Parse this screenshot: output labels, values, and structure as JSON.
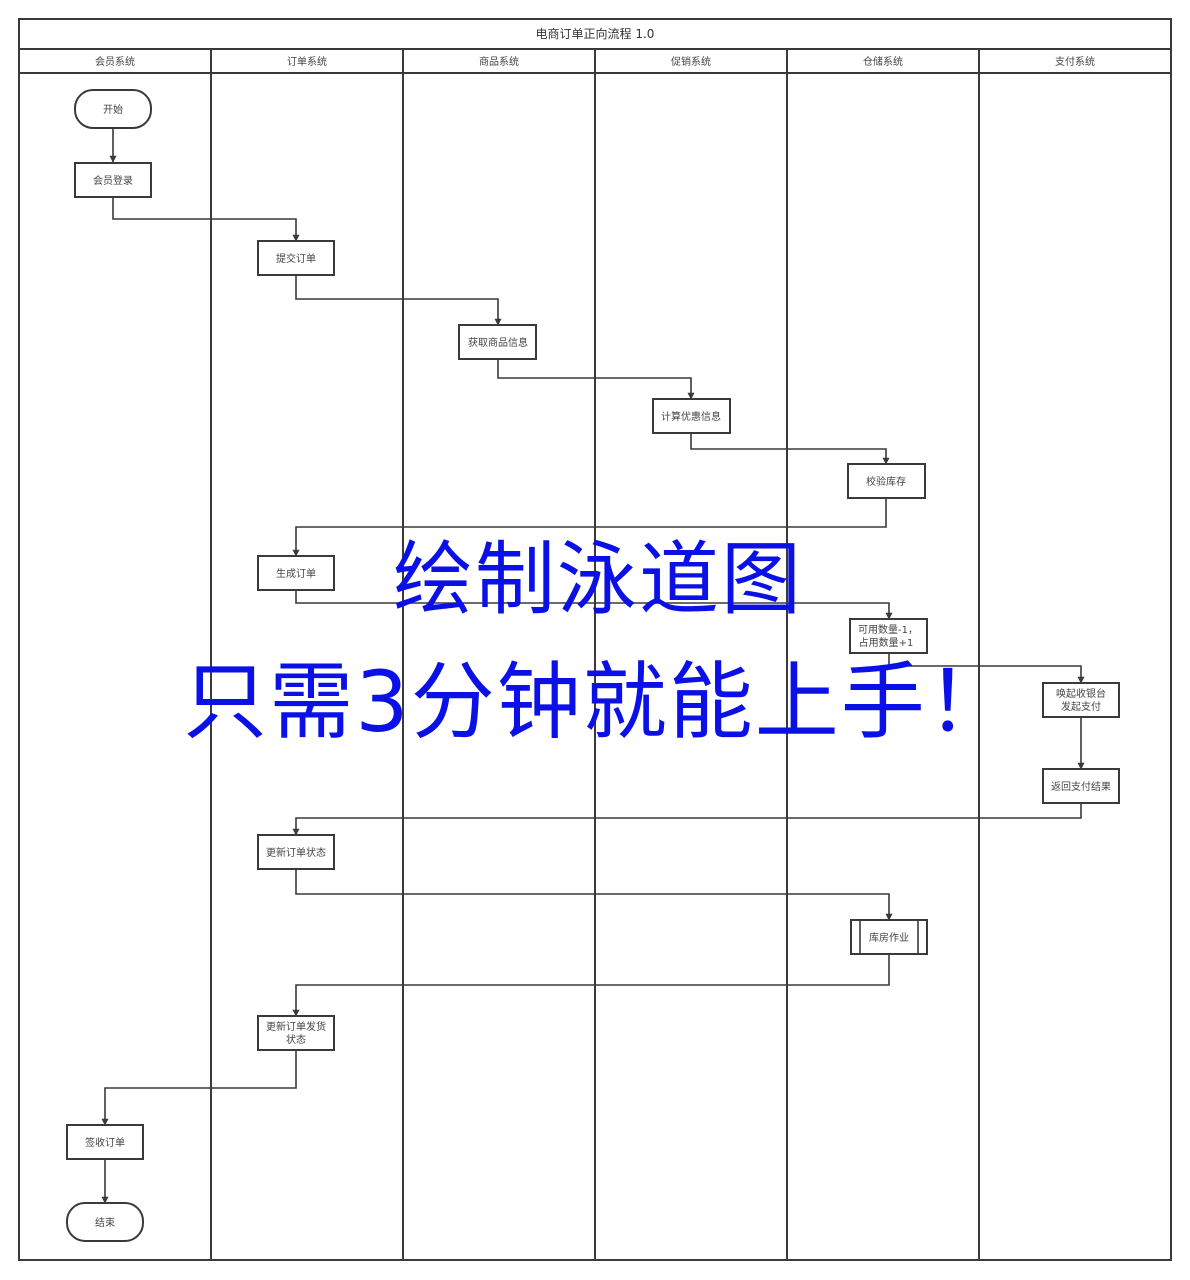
{
  "diagram": {
    "title": "电商订单正向流程  1.0",
    "lanes": [
      {
        "label": "会员系统"
      },
      {
        "label": "订单系统"
      },
      {
        "label": "商品系统"
      },
      {
        "label": "促销系统"
      },
      {
        "label": "仓储系统"
      },
      {
        "label": "支付系统"
      }
    ],
    "nodes": {
      "start": {
        "label": "开始",
        "shape": "terminal"
      },
      "member_login": {
        "label": "会员登录",
        "shape": "process"
      },
      "submit_order": {
        "label": "提交订单",
        "shape": "process"
      },
      "get_product_info": {
        "label": "获取商品信息",
        "shape": "process"
      },
      "calc_discount": {
        "label": "计算优惠信息",
        "shape": "process"
      },
      "check_stock": {
        "label": "校验库存",
        "shape": "process"
      },
      "create_order": {
        "label": "生成订单",
        "shape": "process"
      },
      "stock_adjust": {
        "line1": "可用数量-1，",
        "line2": "占用数量+1",
        "shape": "process"
      },
      "invoke_cashier": {
        "line1": "唤起收银台",
        "line2": "发起支付",
        "shape": "process"
      },
      "return_pay_result": {
        "label": "返回支付结果",
        "shape": "process"
      },
      "update_order_status": {
        "label": "更新订单状态",
        "shape": "process"
      },
      "warehouse_ops": {
        "label": "库房作业",
        "shape": "subprocess"
      },
      "update_ship_status": {
        "line1": "更新订单发货",
        "line2": "状态",
        "shape": "process"
      },
      "sign_order": {
        "label": "签收订单",
        "shape": "process"
      },
      "end": {
        "label": "结束",
        "shape": "terminal"
      }
    },
    "edges": [
      {
        "from": "开始",
        "to": "会员登录"
      },
      {
        "from": "会员登录",
        "to": "提交订单"
      },
      {
        "from": "提交订单",
        "to": "获取商品信息"
      },
      {
        "from": "获取商品信息",
        "to": "计算优惠信息"
      },
      {
        "from": "计算优惠信息",
        "to": "校验库存"
      },
      {
        "from": "校验库存",
        "to": "生成订单"
      },
      {
        "from": "生成订单",
        "to": "可用数量-1，占用数量+1"
      },
      {
        "from": "可用数量-1，占用数量+1",
        "to": "唤起收银台 发起支付"
      },
      {
        "from": "唤起收银台 发起支付",
        "to": "返回支付结果"
      },
      {
        "from": "返回支付结果",
        "to": "更新订单状态"
      },
      {
        "from": "更新订单状态",
        "to": "库房作业"
      },
      {
        "from": "库房作业",
        "to": "更新订单发货状态"
      },
      {
        "from": "更新订单发货状态",
        "to": "签收订单"
      },
      {
        "from": "签收订单",
        "to": "结束"
      }
    ],
    "colors": {
      "stroke": "#3a3a3a",
      "text": "#444444",
      "background": "#ffffff"
    }
  },
  "overlay": {
    "line1": "绘制泳道图",
    "line2": "只需3分钟就能上手！",
    "color": "#0a10e6"
  }
}
